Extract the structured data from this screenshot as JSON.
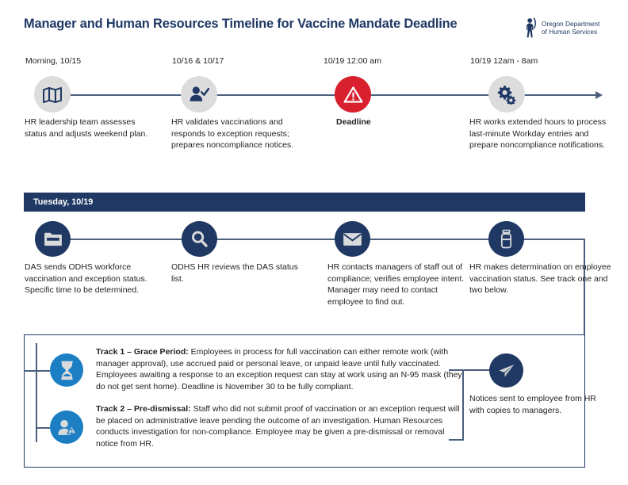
{
  "header": {
    "title": "Manager and Human Resources Timeline for Vaccine Mandate Deadline",
    "logo_line1": "Oregon Department",
    "logo_line2": "of Human Services",
    "logo_icon": "person-figure-icon",
    "title_color": "#1F3864"
  },
  "colors": {
    "navy": "#1F3864",
    "red": "#D8202F",
    "blue": "#1C7FC4",
    "gray_circle": "#DCDCDC",
    "line": "#4A5F7D",
    "text": "#231F20"
  },
  "timeline_top": {
    "nodes": [
      {
        "date": "Morning, 10/15",
        "icon": "map-icon",
        "circle_style": "gray",
        "text": "HR leadership team assesses status and adjusts weekend plan.",
        "bold_text": false
      },
      {
        "date": "10/16 & 10/17",
        "icon": "user-check-icon",
        "circle_style": "gray",
        "text": "HR validates vaccinations and responds to exception requests; prepares noncompliance notices.",
        "bold_text": false
      },
      {
        "date": "10/19 12:00 am",
        "icon": "warning-triangle-icon",
        "circle_style": "red",
        "text": "Deadline",
        "bold_text": true
      },
      {
        "date": "10/19 12am  - 8am",
        "icon": "gears-icon",
        "circle_style": "gray",
        "text": "HR works extended hours to process last-minute Workday entries and prepare noncompliance notifications.",
        "bold_text": false
      }
    ]
  },
  "section": {
    "label": "Tuesday, 10/19"
  },
  "timeline_bottom": {
    "nodes": [
      {
        "icon": "folder-icon",
        "circle_style": "navy",
        "text": "DAS sends ODHS workforce vaccination and exception status. Specific time to be determined."
      },
      {
        "icon": "search-icon",
        "circle_style": "navy",
        "text": "ODHS HR reviews the DAS status list."
      },
      {
        "icon": "envelope-icon",
        "circle_style": "navy",
        "text": "HR contacts managers of staff out of compliance; verifies employee intent. Manager may need to contact employee to find out."
      },
      {
        "icon": "vaccine-vial-icon",
        "circle_style": "navy",
        "text": "HR makes determination on employee vaccination status. See track one and two below."
      }
    ]
  },
  "tracks": [
    {
      "icon": "hourglass-icon",
      "circle_style": "blue",
      "heading": "Track 1 – Grace Period:",
      "body": " Employees in process for full vaccination can either remote work (with manager approval), use accrued paid or personal leave, or unpaid leave until fully vaccinated. Employees awaiting a response to an exception request can stay at work using an N-95 mask (they do not get sent home). Deadline is November 30 to be fully compliant."
    },
    {
      "icon": "user-warning-icon",
      "circle_style": "blue",
      "heading": "Track 2 – Pre-dismissal:",
      "body": " Staff who did not submit proof of vaccination or an exception request will be placed on administrative leave pending the outcome of an investigation. Human Resources conducts investigation for non-compliance. Employee may be given a pre-dismissal or removal notice from HR."
    }
  ],
  "outcome": {
    "icon": "paper-plane-icon",
    "circle_style": "navy",
    "text": "Notices sent to employee from HR with copies to managers."
  }
}
